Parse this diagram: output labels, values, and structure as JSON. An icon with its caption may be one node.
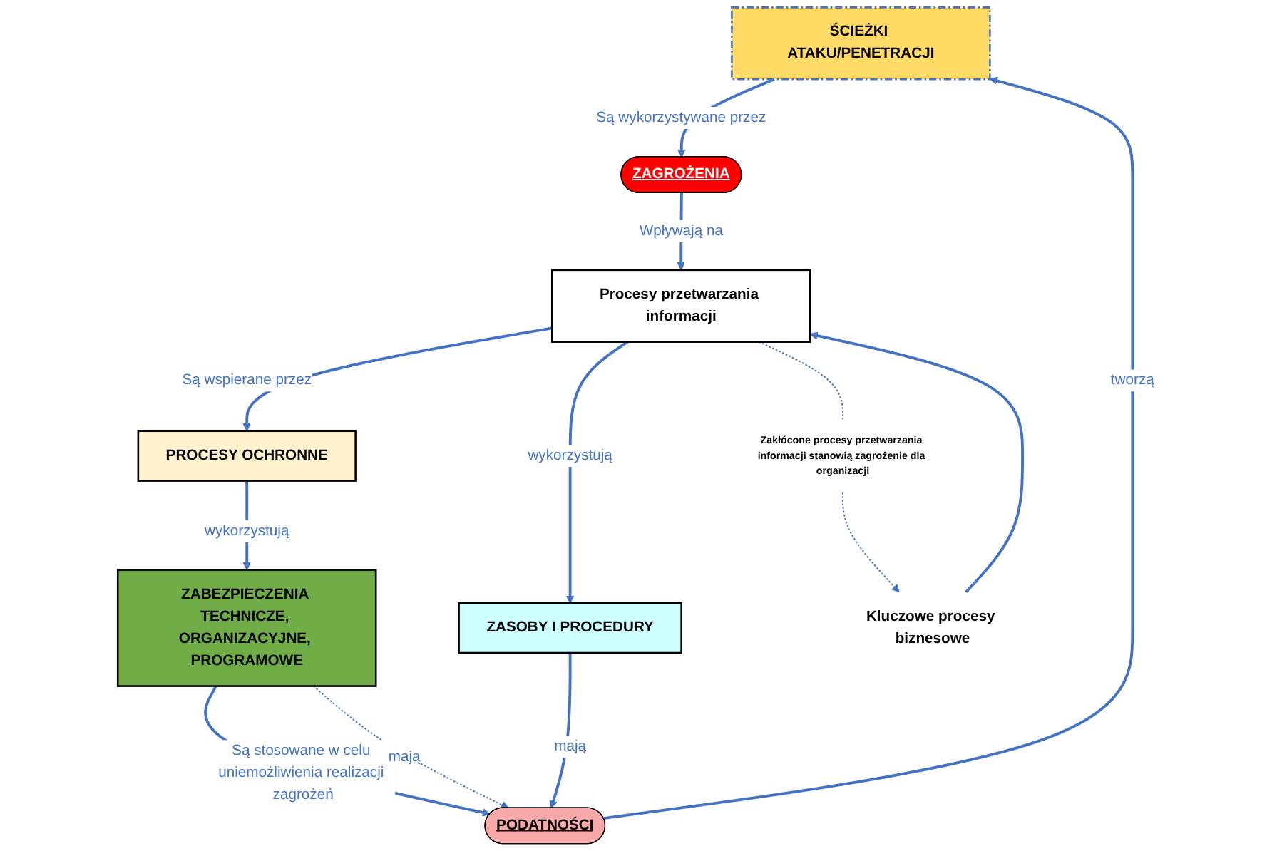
{
  "diagram": {
    "nodes": [
      {
        "text": [
          "ŚCIEŻKI ATAKU/PENETRACJI"
        ]
      },
      {
        "text": [
          "PODATNOŚCI"
        ]
      },
      {
        "text": [
          "ZAGROŻENIA"
        ]
      },
      {
        "text": [
          "ZASOBY I PROCEDURY"
        ]
      },
      {
        "text": [
          "ZABEZPIECZENIA TECHNICZE, ORGANIZACYJNE, PROGRAMOWE"
        ]
      },
      {
        "text": [
          "PROCESY OCHRONNE"
        ]
      },
      {
        "text": [
          "Procesy przetwarzania informacji"
        ]
      },
      {
        "text": [
          "Kluczowe procesy biznesowe"
        ]
      },
      {
        "text": [
          "Zakłócone procesy przetwarzania informacji stanowią zagrożenie dla organizacji"
        ]
      }
    ],
    "edges": [
      {
        "from": 1,
        "to": 0,
        "arrow": "to",
        "label": "tworzą"
      },
      {
        "from": 0,
        "to": 2,
        "arrow": "to",
        "label": "Są wykorzystywane przez"
      },
      {
        "from": 4,
        "to": 1,
        "arrow": "to",
        "label": "Są stosowane w celu uniemożliwienia realizacji zagrożeń"
      },
      {
        "from": 4,
        "to": 1,
        "arrow": "to",
        "label": "mają",
        "style": "dashed"
      },
      {
        "from": 3,
        "to": 1,
        "arrow": "to",
        "label": "mają"
      },
      {
        "from": 6,
        "to": 3,
        "arrow": "to",
        "label": "wykorzystują"
      },
      {
        "from": 5,
        "to": 4,
        "arrow": "to",
        "label": "wykorzystują"
      },
      {
        "from": 2,
        "to": 6,
        "arrow": "to",
        "label": "Wpływają na"
      },
      {
        "from": 7,
        "to": 6,
        "arrow": "to"
      },
      {
        "from": 6,
        "to": 5,
        "arrow": "to",
        "label": "Są wspierane przez"
      },
      {
        "from": 6,
        "to": 8,
        "arrow": "none",
        "style": "dashed"
      },
      {
        "from": 8,
        "to": 7,
        "arrow": "to",
        "style": "dashed"
      }
    ]
  }
}
